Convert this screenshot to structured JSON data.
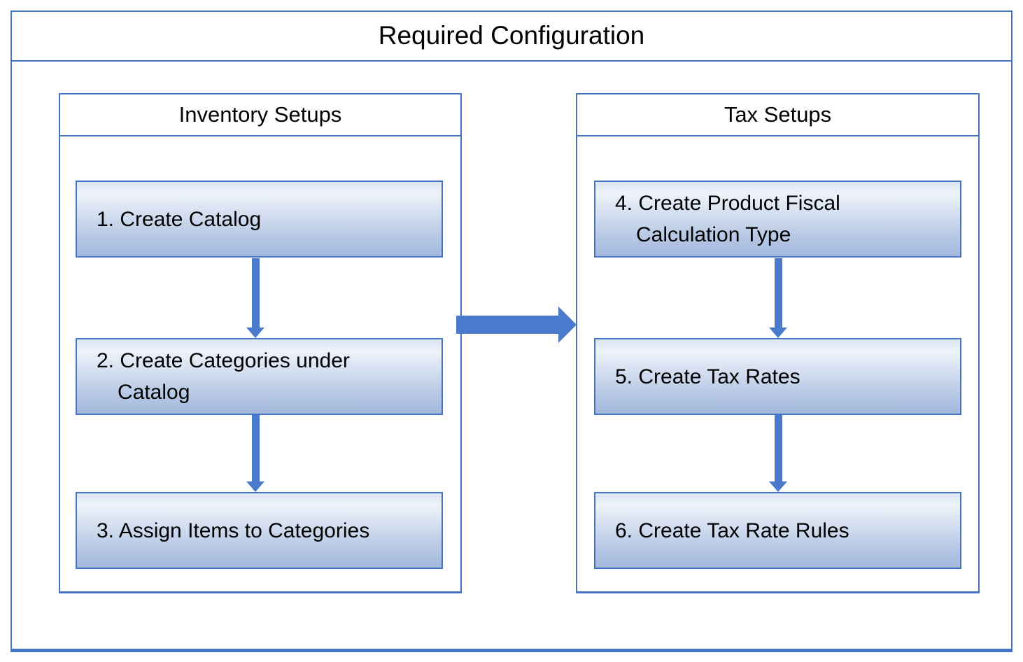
{
  "title": "Required Configuration",
  "colors": {
    "accent": "#4472C4",
    "arrow": "#4a7acb",
    "box_fill_top": "#eef3fa",
    "box_fill_bottom": "#a3b9dc"
  },
  "groups": [
    {
      "title": "Inventory Setups",
      "steps": [
        {
          "label": "1. Create Catalog"
        },
        {
          "label": "2. Create Categories under\nCatalog"
        },
        {
          "label": "3. Assign Items to Categories"
        }
      ]
    },
    {
      "title": "Tax Setups",
      "steps": [
        {
          "label": "4. Create Product Fiscal\nCalculation Type"
        },
        {
          "label": "5. Create Tax Rates"
        },
        {
          "label": "6. Create Tax Rate Rules"
        }
      ]
    }
  ],
  "connectors": {
    "down": [
      {
        "from": "1. Create Catalog",
        "to": "2. Create Categories under Catalog"
      },
      {
        "from": "2. Create Categories under Catalog",
        "to": "3. Assign Items to Categories"
      },
      {
        "from": "4. Create Product Fiscal Calculation Type",
        "to": "5. Create Tax Rates"
      },
      {
        "from": "5. Create Tax Rates",
        "to": "6. Create Tax Rate Rules"
      }
    ],
    "group_flow": {
      "from": "Inventory Setups",
      "to": "Tax Setups"
    }
  }
}
